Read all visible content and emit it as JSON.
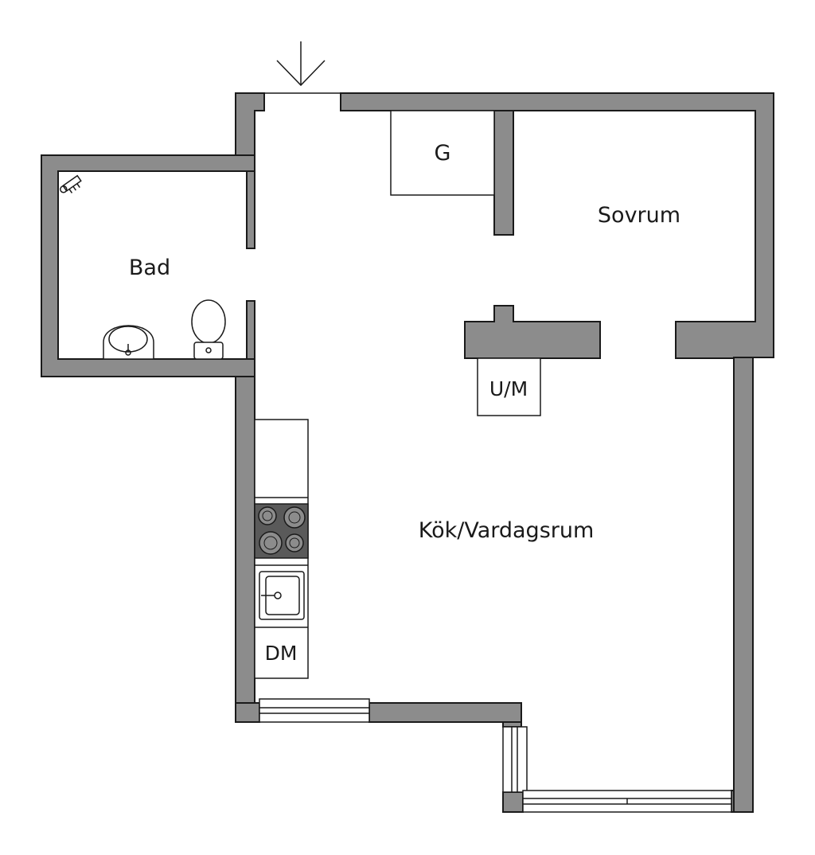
{
  "rooms": {
    "bad": "Bad",
    "sovrum": "Sovrum",
    "kok_vardagsrum": "Kök/Vardagsrum"
  },
  "fixtures": {
    "wardrobe": "G",
    "washer_dryer": "U/M",
    "dishwasher": "DM"
  },
  "colors": {
    "wall": "#8c8c8c",
    "line": "#1a1a1a",
    "stove": "#5a5a5a"
  },
  "icons": {
    "entrance": "arrow-down-icon",
    "shower": "shower-icon",
    "sink": "sink-icon",
    "toilet": "toilet-icon",
    "stove": "stove-icon",
    "kitchen_sink": "kitchen-sink-icon"
  }
}
